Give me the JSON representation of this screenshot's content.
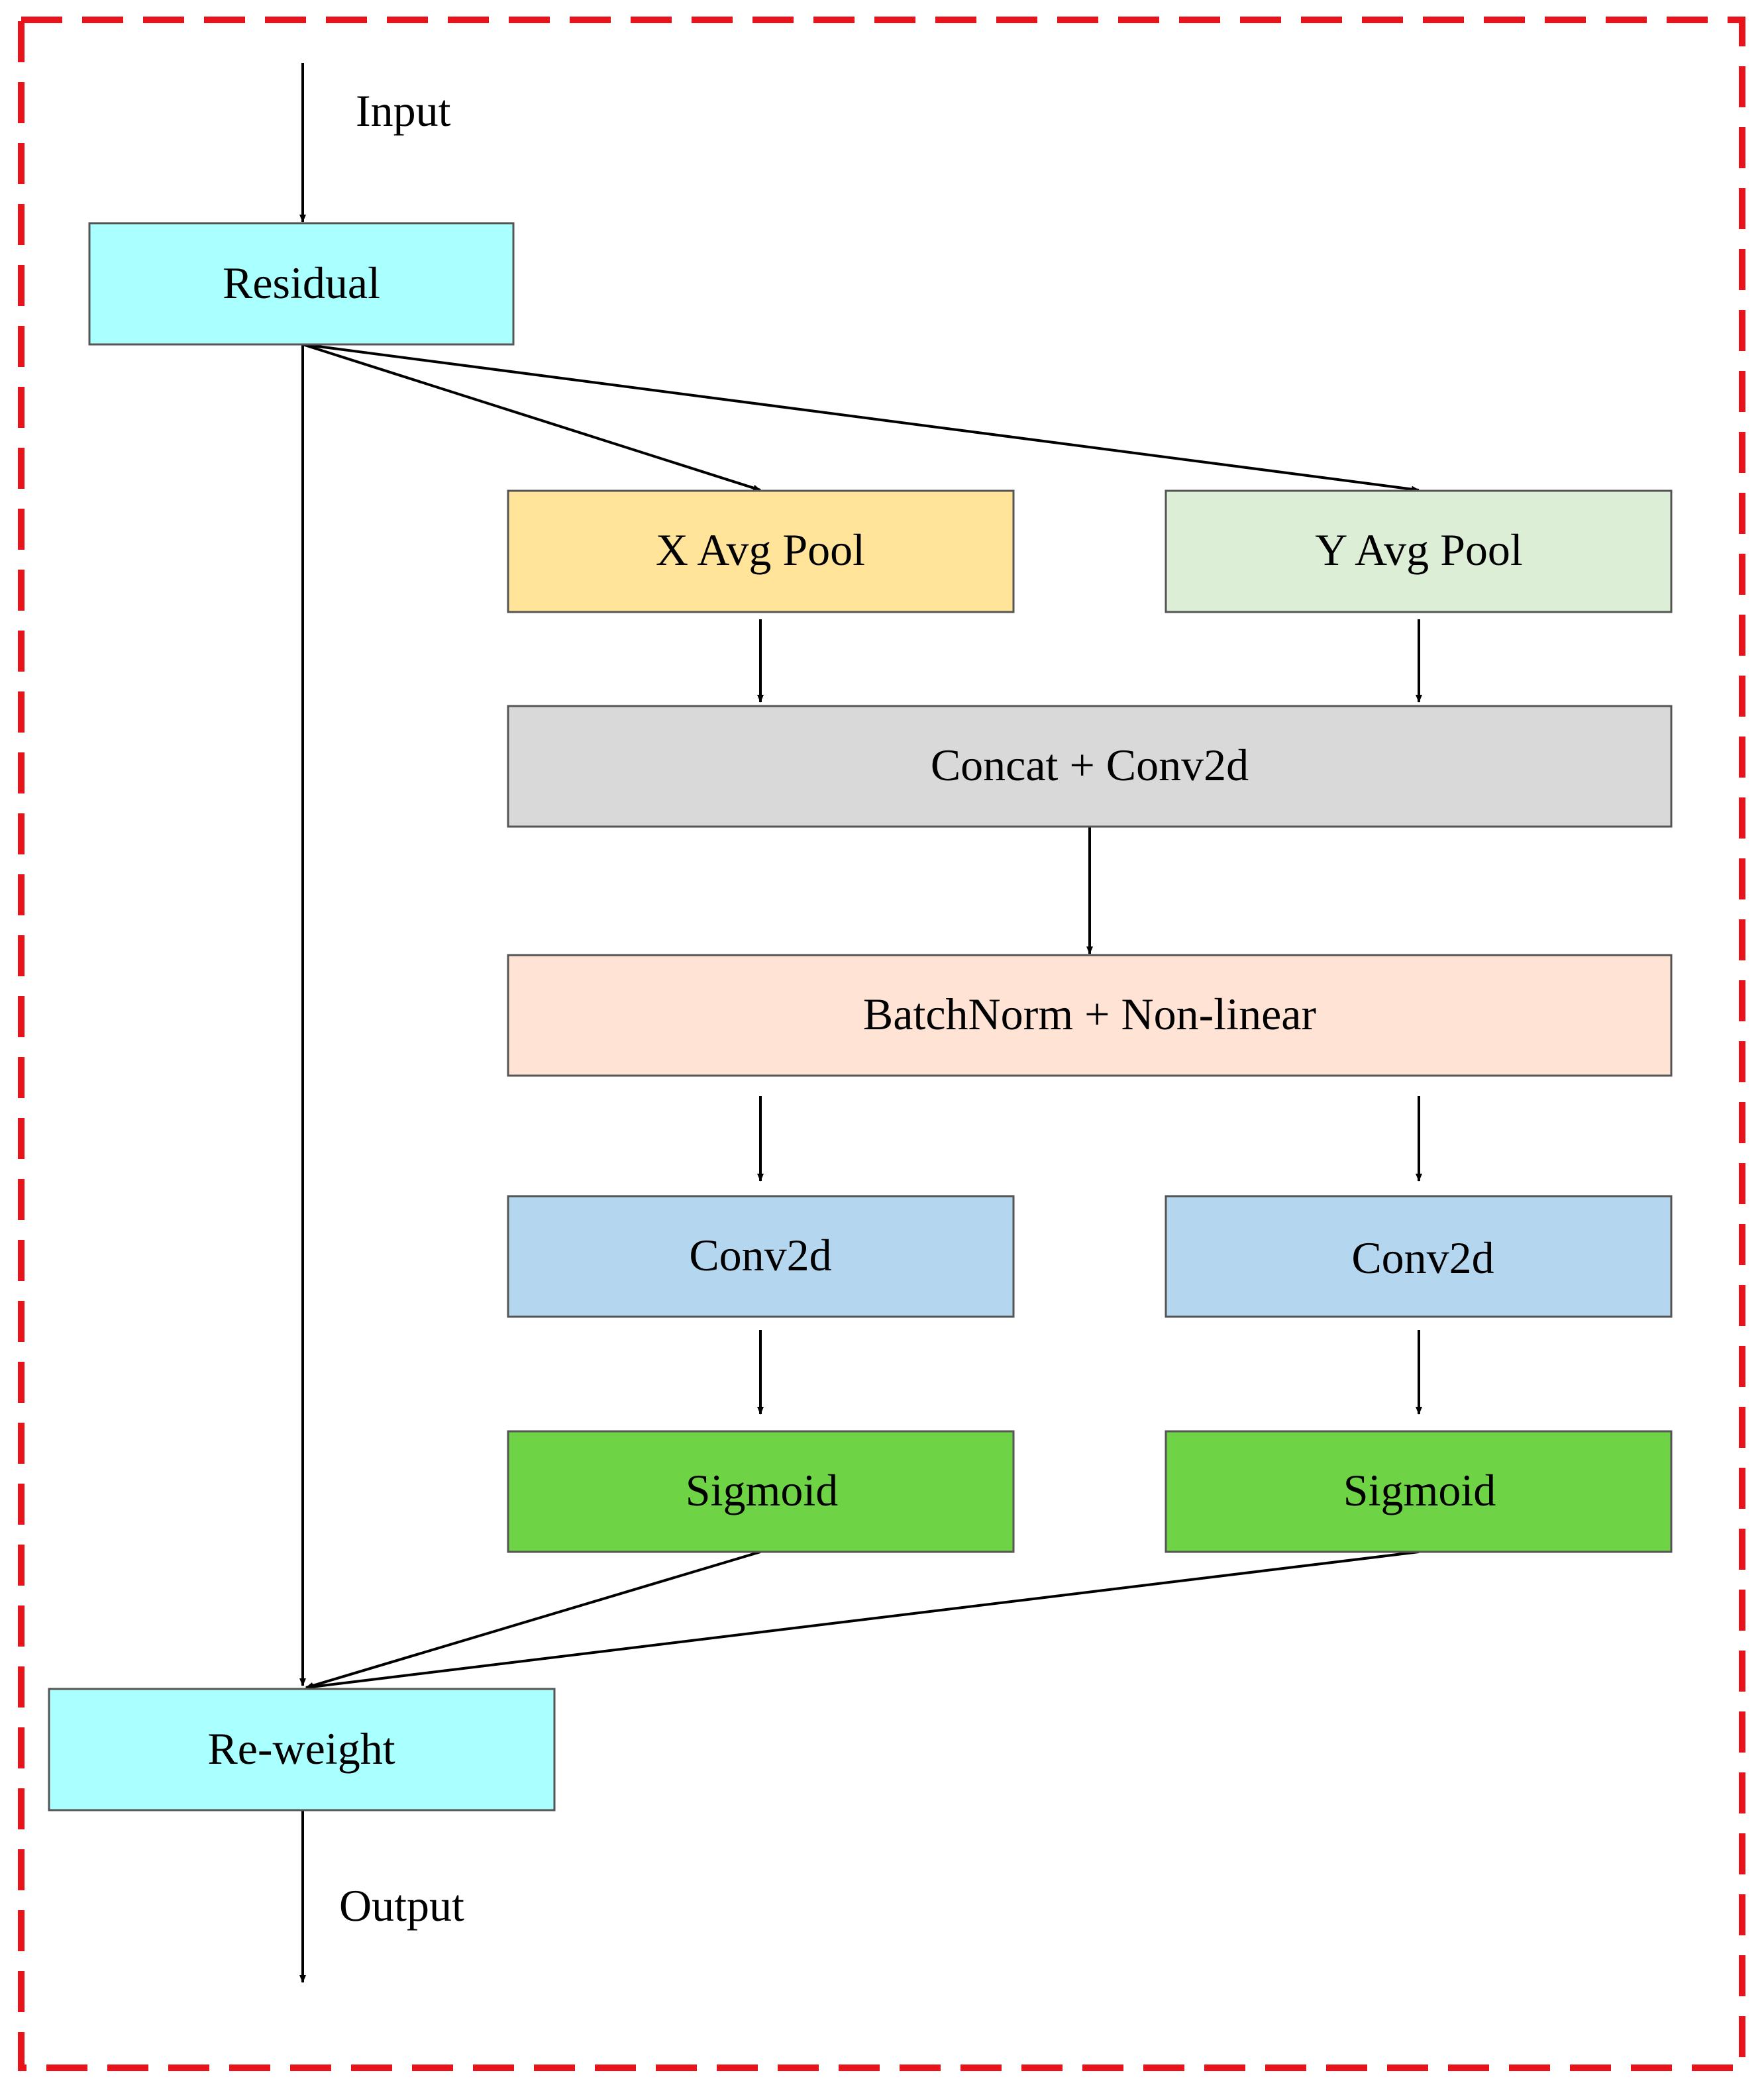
{
  "labels": {
    "input": "Input",
    "output": "Output"
  },
  "colors": {
    "frame_border": "#e8141b",
    "residual": "#aaffff",
    "x_avg_pool": "#ffe499",
    "y_avg_pool": "#ddeed7",
    "concat": "#d9d9d9",
    "batchnorm": "#ffe4d5",
    "conv": "#b4d6ef",
    "sigmoid": "#6ed445",
    "reweight": "#aaffff"
  },
  "nodes": {
    "residual": {
      "label": "Residual"
    },
    "x_avg_pool": {
      "label": "X Avg Pool"
    },
    "y_avg_pool": {
      "label": "Y Avg Pool"
    },
    "concat_conv2d": {
      "label": "Concat + Conv2d"
    },
    "batchnorm_nonlinear": {
      "label": "BatchNorm + Non-linear"
    },
    "conv2d_left": {
      "label": "Conv2d"
    },
    "conv2d_right": {
      "label": "Conv2d"
    },
    "sigmoid_left": {
      "label": "Sigmoid"
    },
    "sigmoid_right": {
      "label": "Sigmoid"
    },
    "reweight": {
      "label": "Re-weight"
    }
  }
}
